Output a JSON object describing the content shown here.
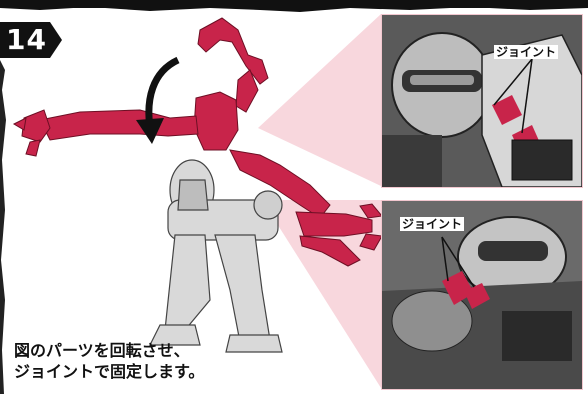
{
  "step": {
    "number": "14"
  },
  "callouts": {
    "top_label": "ジョイント",
    "bottom_label": "ジョイント"
  },
  "instruction": {
    "line1": "図のパーツを回転させ、",
    "line2": "ジョイントで固定します。"
  },
  "colors": {
    "part_accent": "#c8244a",
    "magnify_tint": "#f6c9d2",
    "badge": "#111111"
  }
}
